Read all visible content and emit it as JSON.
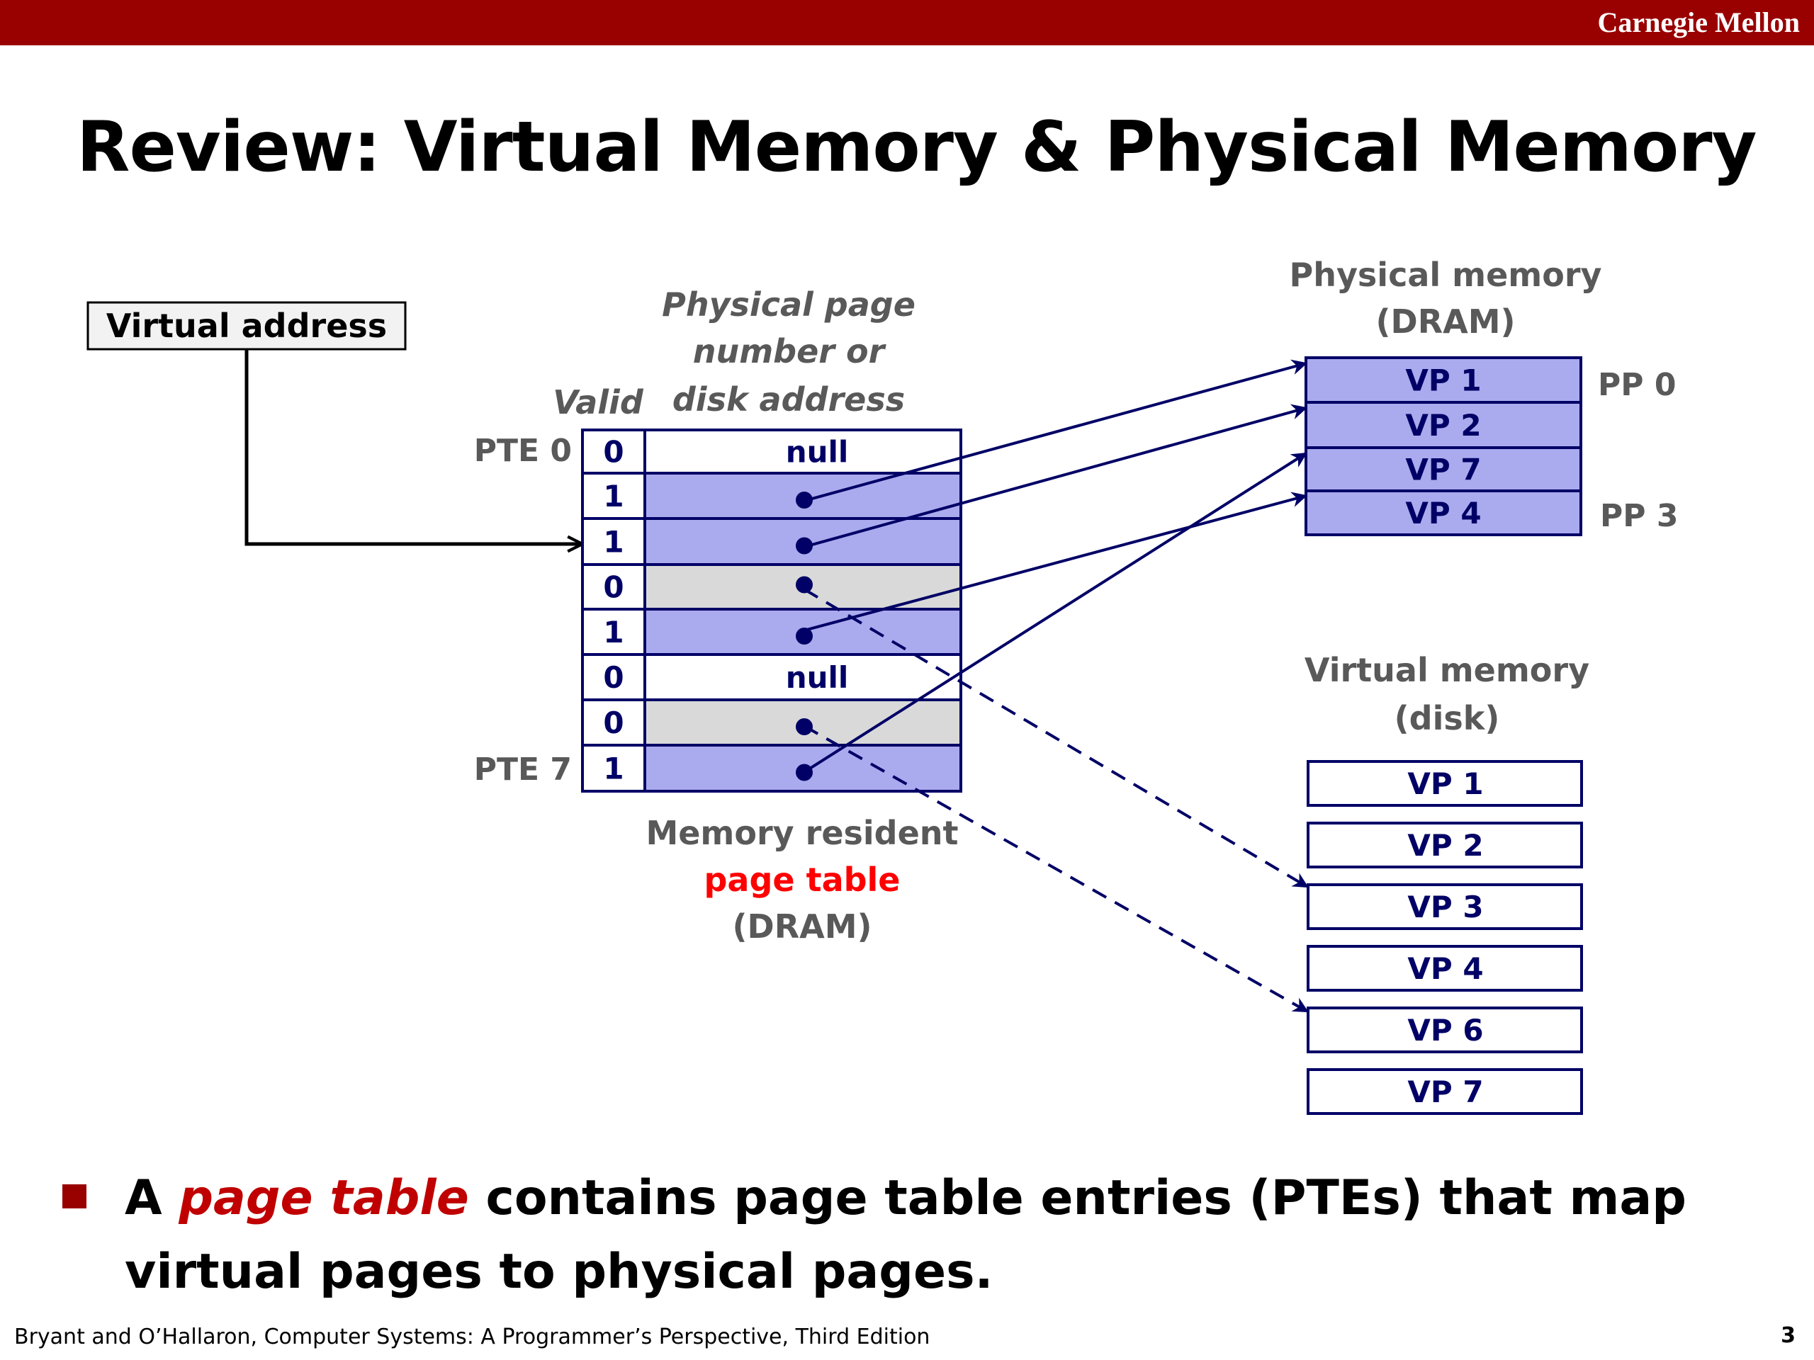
{
  "header": {
    "brand": "Carnegie Mellon"
  },
  "slide": {
    "title": "Review: Virtual Memory & Physical Memory",
    "page_number": "3"
  },
  "diagram": {
    "virtual_address_label": "Virtual address",
    "col_valid": "Valid",
    "col_ppn_line1": "Physical page",
    "col_ppn_line2": "number or",
    "col_ppn_line3": "disk address",
    "pte_first": "PTE 0",
    "pte_last": "PTE 7",
    "page_table": [
      {
        "valid": "0",
        "entry": "null",
        "state": "null"
      },
      {
        "valid": "1",
        "entry": "",
        "state": "resident"
      },
      {
        "valid": "1",
        "entry": "",
        "state": "resident"
      },
      {
        "valid": "0",
        "entry": "",
        "state": "disk"
      },
      {
        "valid": "1",
        "entry": "",
        "state": "resident"
      },
      {
        "valid": "0",
        "entry": "null",
        "state": "null"
      },
      {
        "valid": "0",
        "entry": "",
        "state": "disk"
      },
      {
        "valid": "1",
        "entry": "",
        "state": "resident"
      }
    ],
    "page_table_caption": {
      "line1": "Memory resident",
      "line2": "page table",
      "line3": "(DRAM)"
    },
    "physical_memory": {
      "title_line1": "Physical memory",
      "title_line2": "(DRAM)",
      "pages": [
        "VP 1",
        "VP 2",
        "VP 7",
        "VP 4"
      ],
      "first_label": "PP 0",
      "last_label": "PP 3"
    },
    "virtual_memory": {
      "title_line1": "Virtual memory",
      "title_line2": "(disk)",
      "pages": [
        "VP 1",
        "VP 2",
        "VP 3",
        "VP 4",
        "VP 6",
        "VP 7"
      ]
    },
    "colors": {
      "navy": "#000066",
      "resident_fill": "#aaaaee",
      "disk_fill": "#d9d9d9",
      "label_gray": "#595959",
      "accent_red": "#ff0000"
    }
  },
  "bullet": {
    "prefix": "A ",
    "emphasis": "page table",
    "rest_line1": " contains page table entries (PTEs) that map",
    "line2": "virtual pages to physical pages."
  },
  "footer": {
    "citation": "Bryant and O’Hallaron, Computer Systems: A Programmer’s Perspective, Third Edition"
  }
}
